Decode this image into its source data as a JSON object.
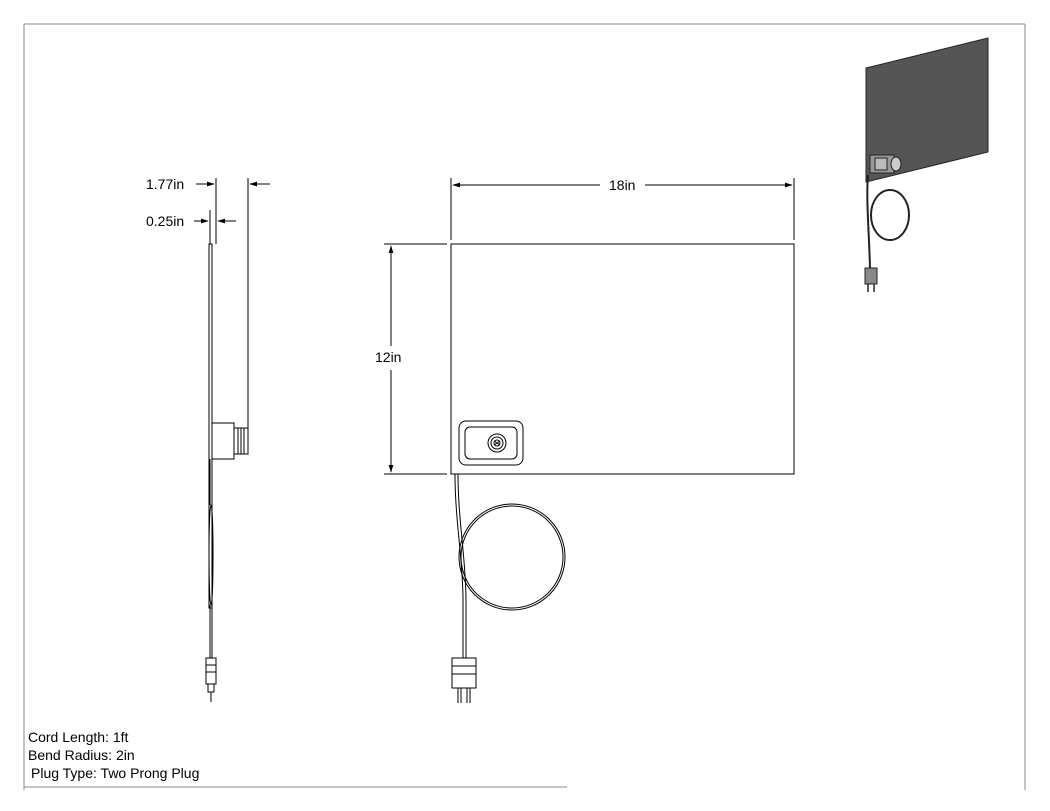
{
  "side_view": {
    "overall_thickness": "1.77in",
    "pad_thickness": "0.25in"
  },
  "front_view": {
    "width": "18in",
    "height": "12in"
  },
  "notes": {
    "cord_length": "Cord Length: 1ft",
    "bend_radius": "Bend Radius: 2in",
    "plug_type": "Plug Type: Two Prong Plug"
  },
  "colors": {
    "line": "#000000",
    "iso_panel": "#555555",
    "border": "#888888"
  }
}
